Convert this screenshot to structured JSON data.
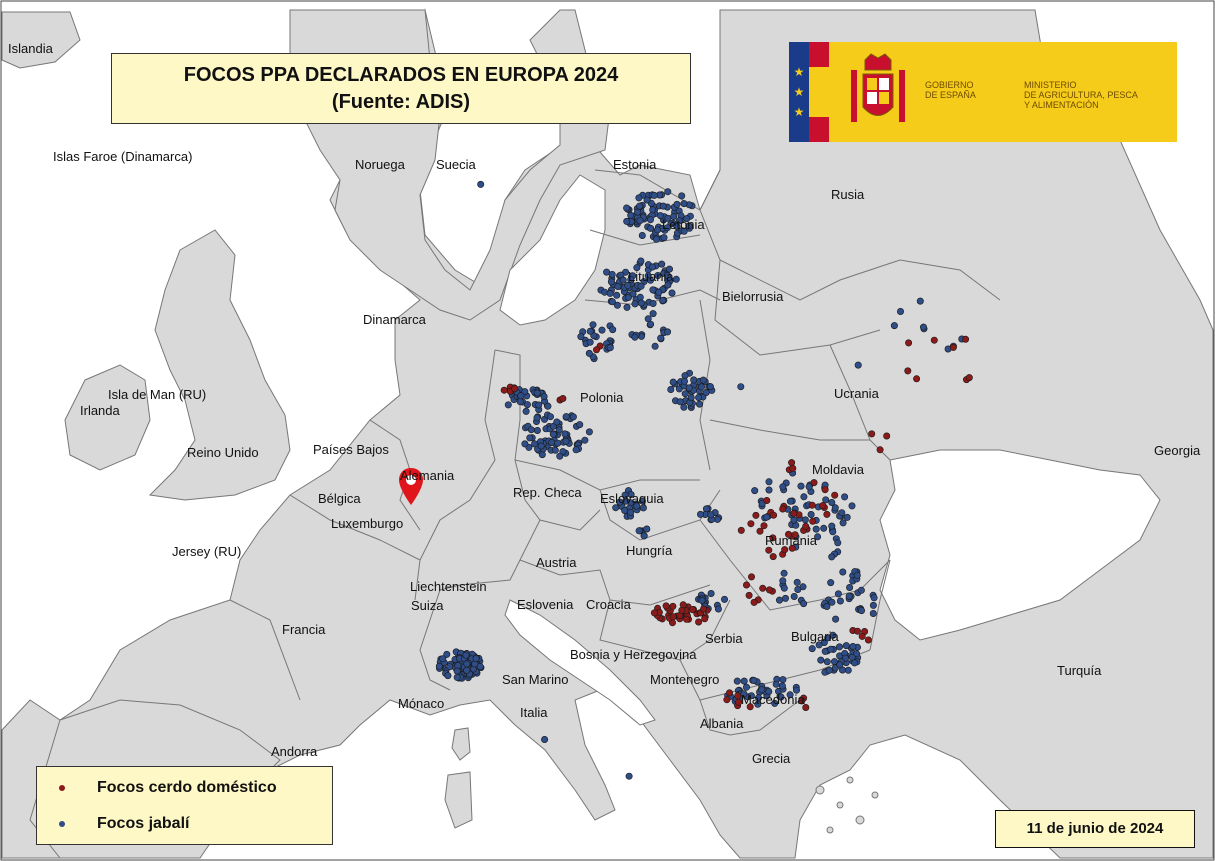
{
  "title": {
    "line1": "FOCOS PPA DECLARADOS EN EUROPA 2024",
    "line2": "(Fuente: ADIS)"
  },
  "government": {
    "gobierno_line1": "GOBIERNO",
    "gobierno_line2": "DE ESPAÑA",
    "ministerio_line1": "MINISTERIO",
    "ministerio_line2": "DE AGRICULTURA, PESCA",
    "ministerio_line3": "Y ALIMENTACIÓN"
  },
  "countries": {
    "islandia": "Islandia",
    "islas_faroe": "Islas Faroe (Dinamarca)",
    "noruega": "Noruega",
    "suecia": "Suecia",
    "estonia": "Estonia",
    "letonia": "Letonia",
    "lituania": "Lituania",
    "rusia": "Rusia",
    "bielorrusia": "Bielorrusia",
    "dinamarca": "Dinamarca",
    "isla_de_man": "Isla de Man (RU)",
    "irlanda": "Irlanda",
    "reino_unido": "Reino Unido",
    "paises_bajos": "Países Bajos",
    "alemania": "Alemania",
    "polonia": "Polonia",
    "ucrania": "Ucrania",
    "georgia": "Georgia",
    "moldavia": "Moldavia",
    "belgica": "Bélgica",
    "luxemburgo": "Luxemburgo",
    "rep_checa": "Rep. Checa",
    "eslovaquia": "Eslovaquia",
    "jersey": "Jersey (RU)",
    "rumania": "Rumania",
    "austria": "Austria",
    "hungria": "Hungría",
    "liechtenstein": "Liechtenstein",
    "suiza": "Suiza",
    "eslovenia": "Eslovenia",
    "croacia": "Croacia",
    "francia": "Francia",
    "serbia": "Serbia",
    "bulgaria": "Bulgaria",
    "bosnia": "Bosnia y Herzegovina",
    "san_marino": "San Marino",
    "montenegro": "Montenegro",
    "monaco": "Mónaco",
    "macedonia": "Macedonia",
    "albania": "Albania",
    "italia": "Italia",
    "turquia": "Turquía",
    "andorra": "Andorra",
    "grecia": "Grecia"
  },
  "legend": {
    "domestic": "Focos cerdo doméstico",
    "wild": "Focos jabalí"
  },
  "date": "11 de junio de 2024",
  "colors": {
    "domestic": "#8b1a1a",
    "wild": "#2f4d86",
    "land": "#d9d9d9",
    "sea": "#ffffff",
    "legend_bg": "#fdf8c6",
    "banner": "#f6cc1a",
    "marker": "#e0141b"
  },
  "icons": {
    "location_marker": "map-pin-icon",
    "coat_of_arms": "spain-coat-of-arms-icon"
  }
}
